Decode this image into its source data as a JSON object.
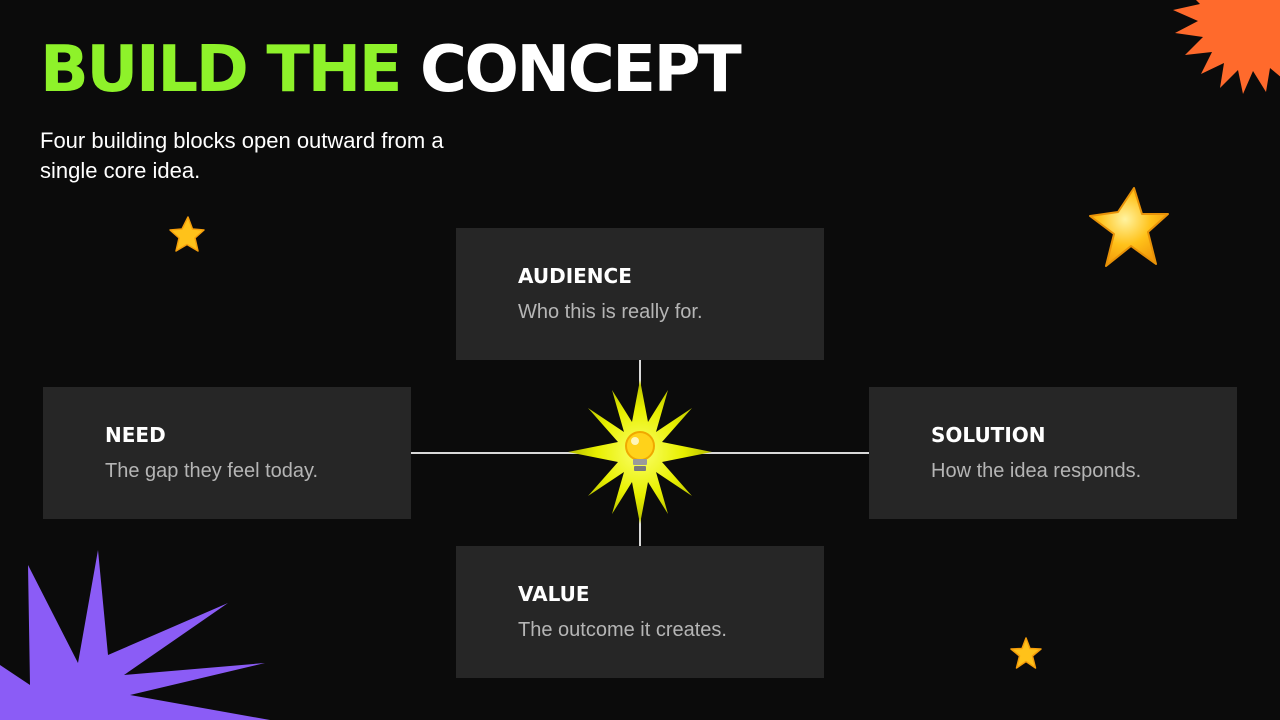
{
  "slide": {
    "title_accent": "BUILD THE",
    "title_rest": " CONCEPT",
    "subtitle": "Four building blocks open outward from a single core idea."
  },
  "center": {
    "icon": "lightbulb-icon"
  },
  "blocks": [
    {
      "id": "audience",
      "title": "AUDIENCE",
      "description": "Who this is really for."
    },
    {
      "id": "need",
      "title": "NEED",
      "description": "The gap they feel today."
    },
    {
      "id": "solution",
      "title": "SOLUTION",
      "description": "How the idea responds."
    },
    {
      "id": "value",
      "title": "VALUE",
      "description": "The outcome it creates."
    }
  ],
  "colors": {
    "background": "#0b0b0b",
    "accent_green": "#8ef22a",
    "card": "#262626",
    "burst_orange": "#ff6a2c",
    "burst_purple": "#8b5cf6",
    "star_yellow": "#ffc21a",
    "center_glow": "#e8f000"
  }
}
